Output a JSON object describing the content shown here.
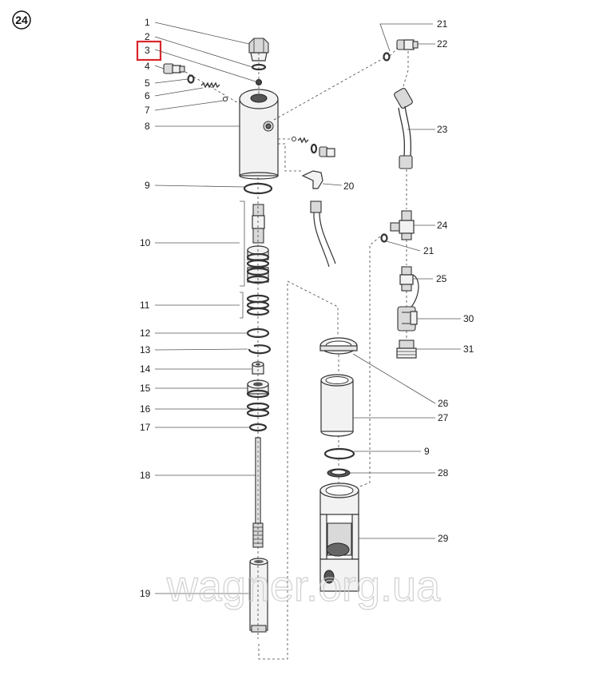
{
  "figure_number": "24",
  "highlight": {
    "label": "3",
    "color": "#d9262c"
  },
  "watermark": "wagner.org.ua",
  "colors": {
    "ink": "#333333",
    "highlight": "#d9262c",
    "watermark": "#c8c8c8"
  },
  "callouts": {
    "c1": "1",
    "c2": "2",
    "c3": "3",
    "c4": "4",
    "c5": "5",
    "c6": "6",
    "c7": "7",
    "c8": "8",
    "c9a": "9",
    "c10": "10",
    "c11": "11",
    "c12": "12",
    "c13": "13",
    "c14": "14",
    "c15": "15",
    "c16": "16",
    "c17": "17",
    "c18": "18",
    "c19": "19",
    "c20": "20",
    "c21a": "21",
    "c22": "22",
    "c23": "23",
    "c24": "24",
    "c21b": "21",
    "c25": "25",
    "c30": "30",
    "c31": "31",
    "c26": "26",
    "c27": "27",
    "c9b": "9",
    "c28": "28",
    "c29": "29"
  }
}
